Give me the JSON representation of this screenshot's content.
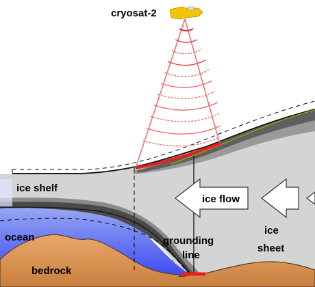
{
  "labels": {
    "satellite": "cryosat-2",
    "ice_shelf": "ice shelf",
    "ice_flow": "ice flow",
    "ocean": "ocean",
    "grounding_line_1": "grounding",
    "grounding_line_2": "line",
    "ice_sheet_1": "ice",
    "ice_sheet_2": "sheet",
    "bedrock": "bedrock"
  },
  "colors": {
    "ice": "#d4d4d4",
    "ice_layer_dark": "#6a6a6a",
    "ice_layer_mid": "#999999",
    "ocean_light": "#c8d4f4",
    "ocean_deep": "#2f3cf2",
    "bedrock": "#d78e4e",
    "bedrock_edge": "#5a3a20",
    "beam": "#f06a6a",
    "footprint": "#ee1c1c",
    "satellite": "#f3c400",
    "arrow": "#ffffff"
  },
  "icons": {
    "satellite": "cryosat-satellite-icon",
    "arrow": "flow-arrow-icon"
  }
}
